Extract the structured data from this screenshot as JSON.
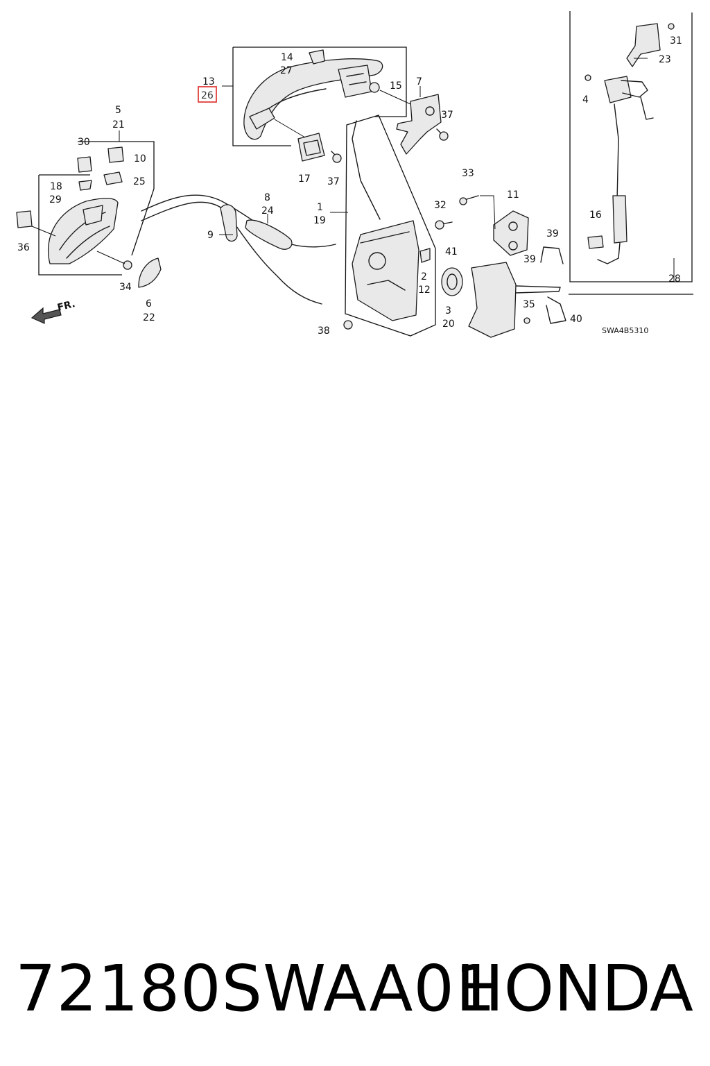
{
  "diagram": {
    "ref_code": "SWA4B5310",
    "direction_label": "FR.",
    "highlighted_callout": "26",
    "callouts": {
      "c1": "1",
      "c19": "19",
      "c2": "2",
      "c12": "12",
      "c3": "3",
      "c20": "20",
      "c4": "4",
      "c5": "5",
      "c21": "21",
      "c6": "6",
      "c22": "22",
      "c7": "7",
      "c8": "8",
      "c24": "24",
      "c9": "9",
      "c10": "10",
      "c11": "11",
      "c13": "13",
      "c26": "26",
      "c14": "14",
      "c27": "27",
      "c15": "15",
      "c16": "16",
      "c17": "17",
      "c18": "18",
      "c29": "29",
      "c23": "23",
      "c25": "25",
      "c28": "28",
      "c30": "30",
      "c31": "31",
      "c32": "32",
      "c33": "33",
      "c34": "34",
      "c35": "35",
      "c36": "36",
      "c37a": "37",
      "c37b": "37",
      "c38": "38",
      "c39a": "39",
      "c39b": "39",
      "c40": "40",
      "c41": "41"
    }
  },
  "footer": {
    "part_number": "72180SWAA01",
    "brand": "HONDA"
  }
}
